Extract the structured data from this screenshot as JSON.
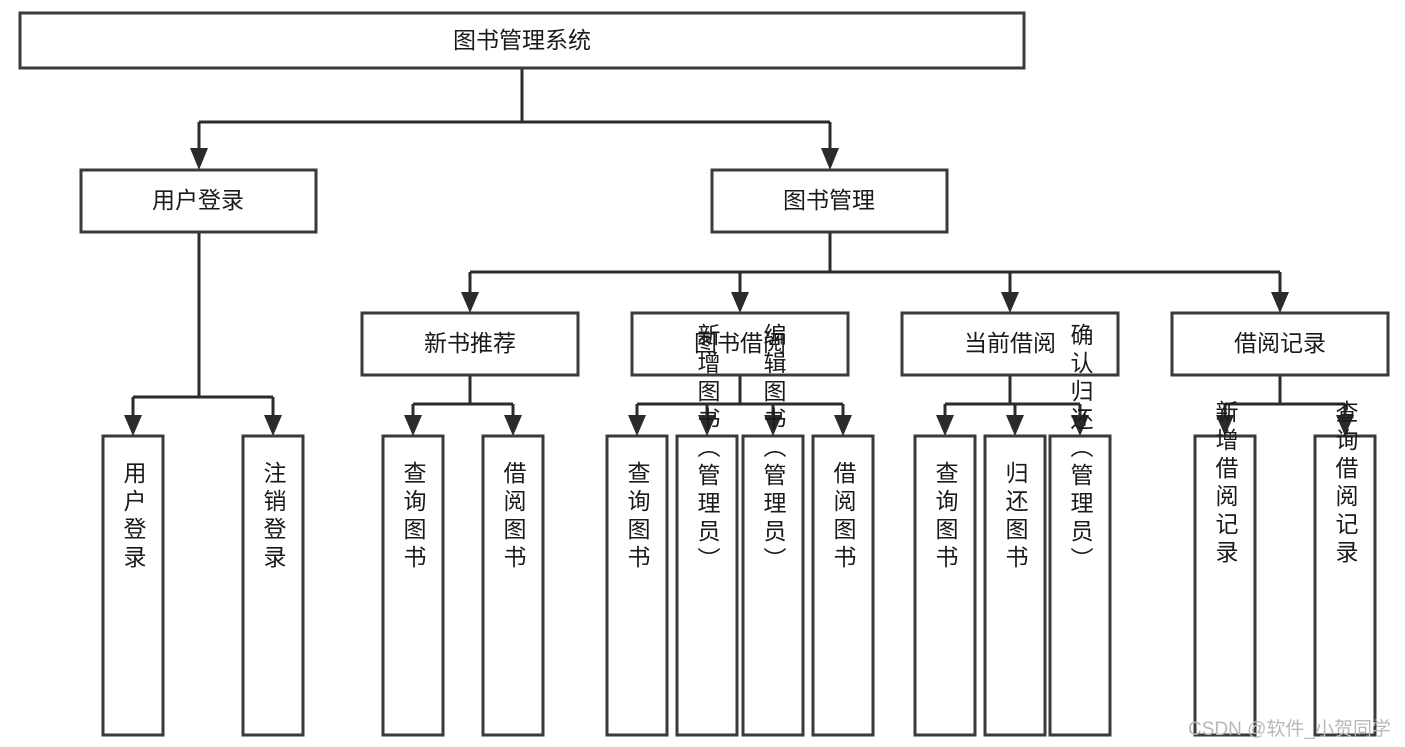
{
  "diagram": {
    "type": "tree",
    "title": "图书管理系统",
    "watermark": "CSDN @软件_小贺同学",
    "colors": {
      "box_stroke": "#3a3a3a",
      "connector": "#2b2b2b",
      "box_fill": "#ffffff",
      "text": "#1a1a1a",
      "watermark": "#b9b9b9",
      "background": "#ffffff"
    },
    "root": {
      "label": "图书管理系统"
    },
    "level2": [
      {
        "label": "用户登录"
      },
      {
        "label": "图书管理"
      }
    ],
    "level3": [
      {
        "label": "新书推荐"
      },
      {
        "label": "图书借阅"
      },
      {
        "label": "当前借阅"
      },
      {
        "label": "借阅记录"
      }
    ],
    "leaves": {
      "user_login": [
        {
          "label": "用户登录"
        },
        {
          "label": "注销登录"
        }
      ],
      "new_book_recommend": [
        {
          "label": "查询图书"
        },
        {
          "label": "借阅图书"
        }
      ],
      "book_borrow": [
        {
          "label": "查询图书"
        },
        {
          "label": "新增图书（管理员）"
        },
        {
          "label": "编辑图书（管理员）"
        },
        {
          "label": "借阅图书"
        }
      ],
      "current_borrow": [
        {
          "label": "查询图书"
        },
        {
          "label": "归还图书"
        },
        {
          "label": "确认归还（管理员）"
        }
      ],
      "borrow_records": [
        {
          "label": "新增借阅记录"
        },
        {
          "label": "查询借阅记录"
        }
      ]
    }
  }
}
